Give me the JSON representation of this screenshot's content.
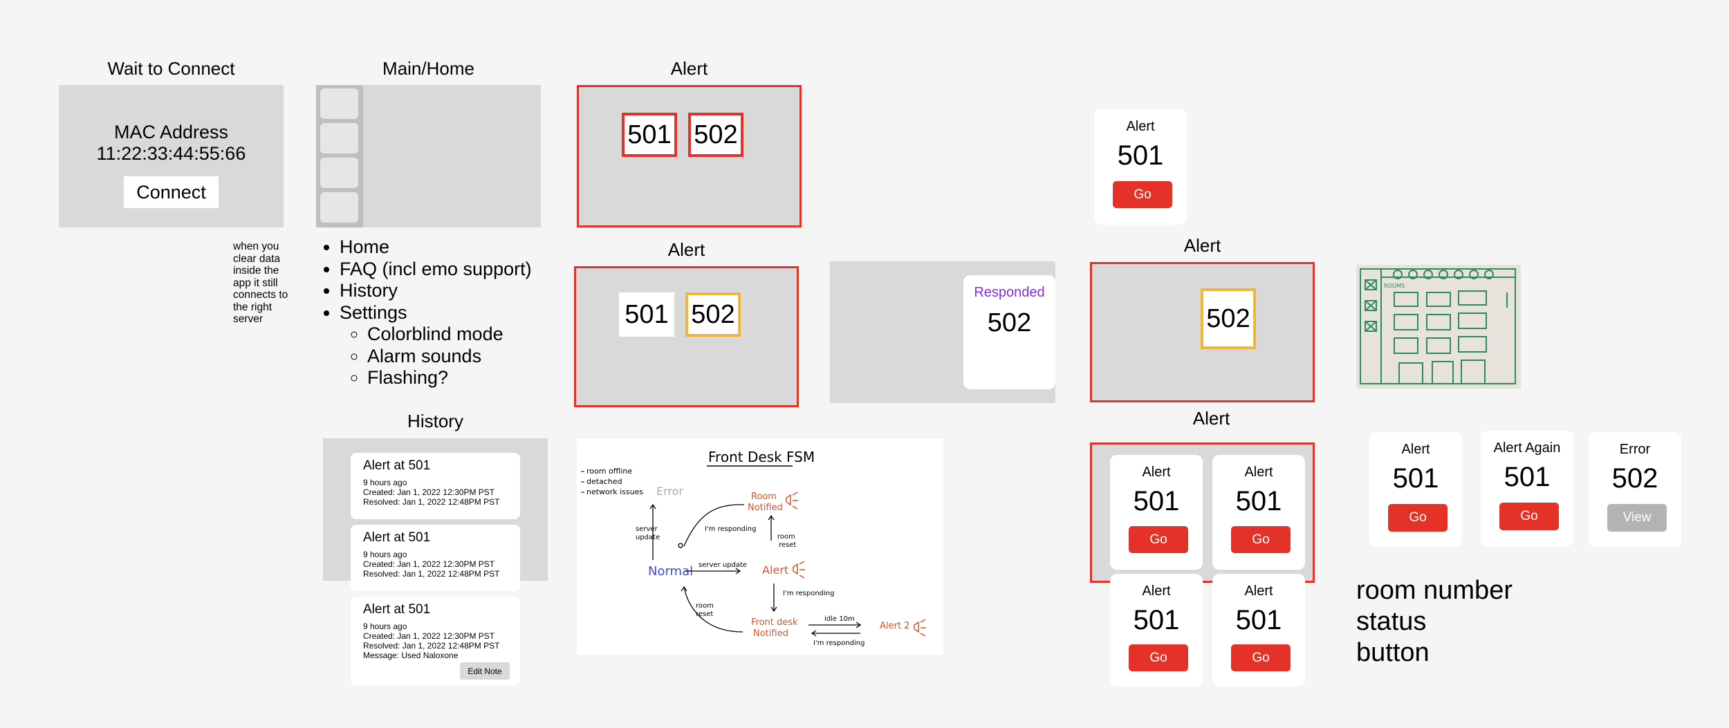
{
  "wait": {
    "title": "Wait to Connect",
    "mac_label": "MAC Address",
    "mac_value": "11:22:33:44:55:66",
    "connect": "Connect",
    "note": "when you clear data inside the app it still connects to the right server"
  },
  "main": {
    "title": "Main/Home",
    "nav": [
      "Home",
      "FAQ (incl emo support)",
      "History",
      "Settings"
    ],
    "settings_sub": [
      "Colorblind mode",
      "Alarm sounds",
      "Flashing?"
    ]
  },
  "alert1": {
    "title": "Alert",
    "rooms": [
      "501",
      "502"
    ]
  },
  "alert2": {
    "title": "Alert",
    "rooms": [
      "501",
      "502"
    ]
  },
  "responded": {
    "status": "Responded",
    "room": "502"
  },
  "alert_card": {
    "label": "Alert",
    "room": "501",
    "button": "Go"
  },
  "alert3": {
    "title": "Alert",
    "room": "502"
  },
  "alert4": {
    "title": "Alert",
    "cards": [
      {
        "label": "Alert",
        "room": "501",
        "button": "Go"
      },
      {
        "label": "Alert",
        "room": "501",
        "button": "Go"
      },
      {
        "label": "Alert",
        "room": "501",
        "button": "Go"
      },
      {
        "label": "Alert",
        "room": "501",
        "button": "Go"
      }
    ]
  },
  "history": {
    "title": "History",
    "items": [
      {
        "title": "Alert at 501",
        "ago": "9 hours ago",
        "created": "Created:   Jan 1, 2022 12:30PM PST",
        "resolved": "Resolved: Jan 1, 2022 12:48PM PST"
      },
      {
        "title": "Alert at 501",
        "ago": "9 hours ago",
        "created": "Created:   Jan 1, 2022 12:30PM PST",
        "resolved": "Resolved: Jan 1, 2022 12:48PM PST"
      },
      {
        "title": "Alert at 501",
        "ago": "9 hours ago",
        "created": "Created:   Jan 1, 2022 12:30PM PST",
        "resolved": "Resolved: Jan 1, 2022 12:48PM PST",
        "message": "Message: Used Naloxone",
        "button": "Edit Note"
      }
    ]
  },
  "fsm": {
    "title": "Front Desk FSM",
    "legend": [
      "room offline",
      "detached",
      "network issues"
    ],
    "states": {
      "error": "Error",
      "normal": "Normal",
      "room_notified_1": "Room",
      "room_notified_2": "Notified",
      "alert": "Alert",
      "front_desk_1": "Front desk",
      "front_desk_2": "Notified",
      "alert2": "Alert 2"
    },
    "edges": {
      "server_update_1": "server",
      "server_update_2": "update",
      "responding1": "I'm responding",
      "room_reset1_1": "room",
      "room_reset1_2": "reset",
      "server_update": "server update",
      "responding2": "I'm responding",
      "room_reset2_1": "room",
      "room_reset2_2": "reset",
      "idle": "idle 10m",
      "responding3": "I'm responding"
    },
    "colors": {
      "normal": "#3a4bd6",
      "alert": "#d9532b",
      "error": "#aaaaaa"
    }
  },
  "status_cards": [
    {
      "label": "Alert",
      "room": "501",
      "button": "Go"
    },
    {
      "label": "Alert Again",
      "room": "501",
      "button": "Go"
    },
    {
      "label": "Error",
      "room": "502",
      "button": "View"
    }
  ],
  "legend": [
    "room number",
    "status",
    "button"
  ],
  "sketch": {
    "label": "ROOMS"
  },
  "colors": {
    "alert_red": "#e53228",
    "pending_yellow": "#f2b537",
    "responded_purple": "#8a2be2",
    "frame_gray": "#d9d9d9"
  }
}
